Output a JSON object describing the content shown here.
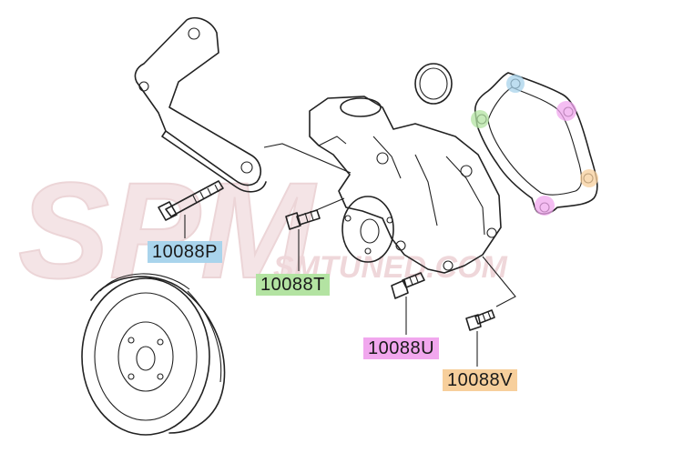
{
  "watermark": {
    "logo_text": "SPM",
    "site_text": "SMTUNED.COM",
    "color": "#e8c9cc"
  },
  "parts": [
    {
      "key": "p",
      "part_number": "10088P",
      "color": "#a9d4ec"
    },
    {
      "key": "t",
      "part_number": "10088T",
      "color": "#b3e3a2"
    },
    {
      "key": "u",
      "part_number": "10088U",
      "color": "#f1a7ee"
    },
    {
      "key": "v",
      "part_number": "10088V",
      "color": "#f7cf9c"
    }
  ]
}
